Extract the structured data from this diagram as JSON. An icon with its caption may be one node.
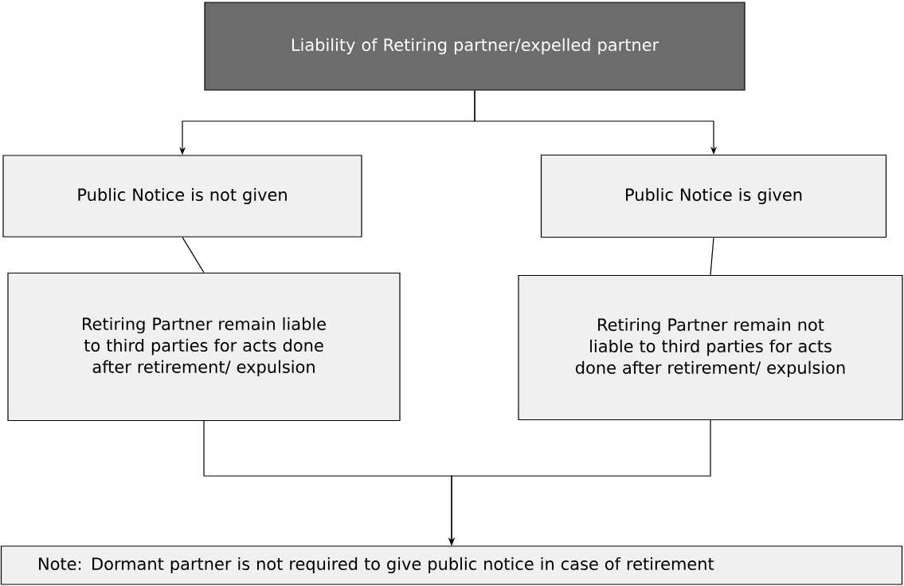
{
  "diagram": {
    "nodes": [
      {
        "text": [
          "Liability of Retiring partner/expelled partner"
        ]
      },
      {
        "text": [
          "Public Notice is not given"
        ]
      },
      {
        "text": [
          "Public Notice is given"
        ]
      },
      {
        "text": [
          "Retiring Partner remain liable to third parties for acts done after retirement/ expulsion"
        ]
      },
      {
        "text": [
          "Retiring Partner remain not liable to third parties for acts done after retirement/ expulsion"
        ]
      },
      {
        "text": [
          "Note: Dormant partner is not required to give public notice in case of retirement"
        ]
      }
    ],
    "edges": [
      {
        "from": 0,
        "to": 1,
        "arrow": "to"
      },
      {
        "from": 0,
        "to": 2,
        "arrow": "to"
      },
      {
        "from": 1,
        "to": 3,
        "arrow": "none"
      },
      {
        "from": 2,
        "to": 4,
        "arrow": "none"
      },
      {
        "from": 3,
        "to": 5,
        "arrow": "to"
      },
      {
        "from": 4,
        "to": 5,
        "arrow": "to"
      }
    ]
  }
}
